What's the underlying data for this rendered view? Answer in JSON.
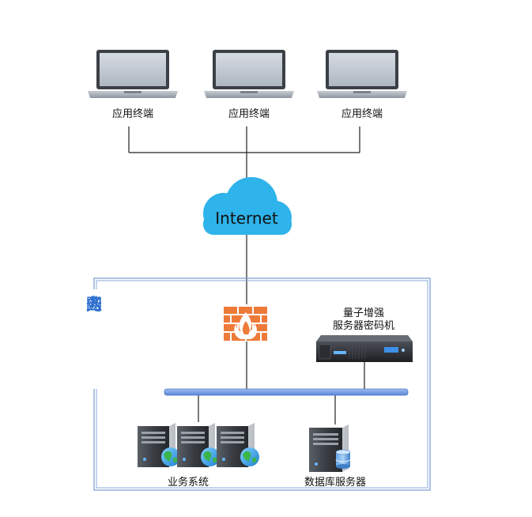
{
  "terminals": [
    {
      "label": "应用终端"
    },
    {
      "label": "应用终端"
    },
    {
      "label": "应用终端"
    }
  ],
  "cloud": {
    "label": "Internet"
  },
  "zone": {
    "chars": [
      "业",
      "务",
      "内",
      "网"
    ]
  },
  "crypto_device": {
    "line1": "量子增强",
    "line2": "服务器密码机"
  },
  "business_system": {
    "label": "业务系统"
  },
  "database_server": {
    "label": "数据库服务器"
  },
  "colors": {
    "cloud": "#2eb3ea",
    "zone_border": "#7fa2d8",
    "zone_text": "#2e6fce",
    "bus": "#6f98de",
    "firewall": "#ee7a3a"
  }
}
